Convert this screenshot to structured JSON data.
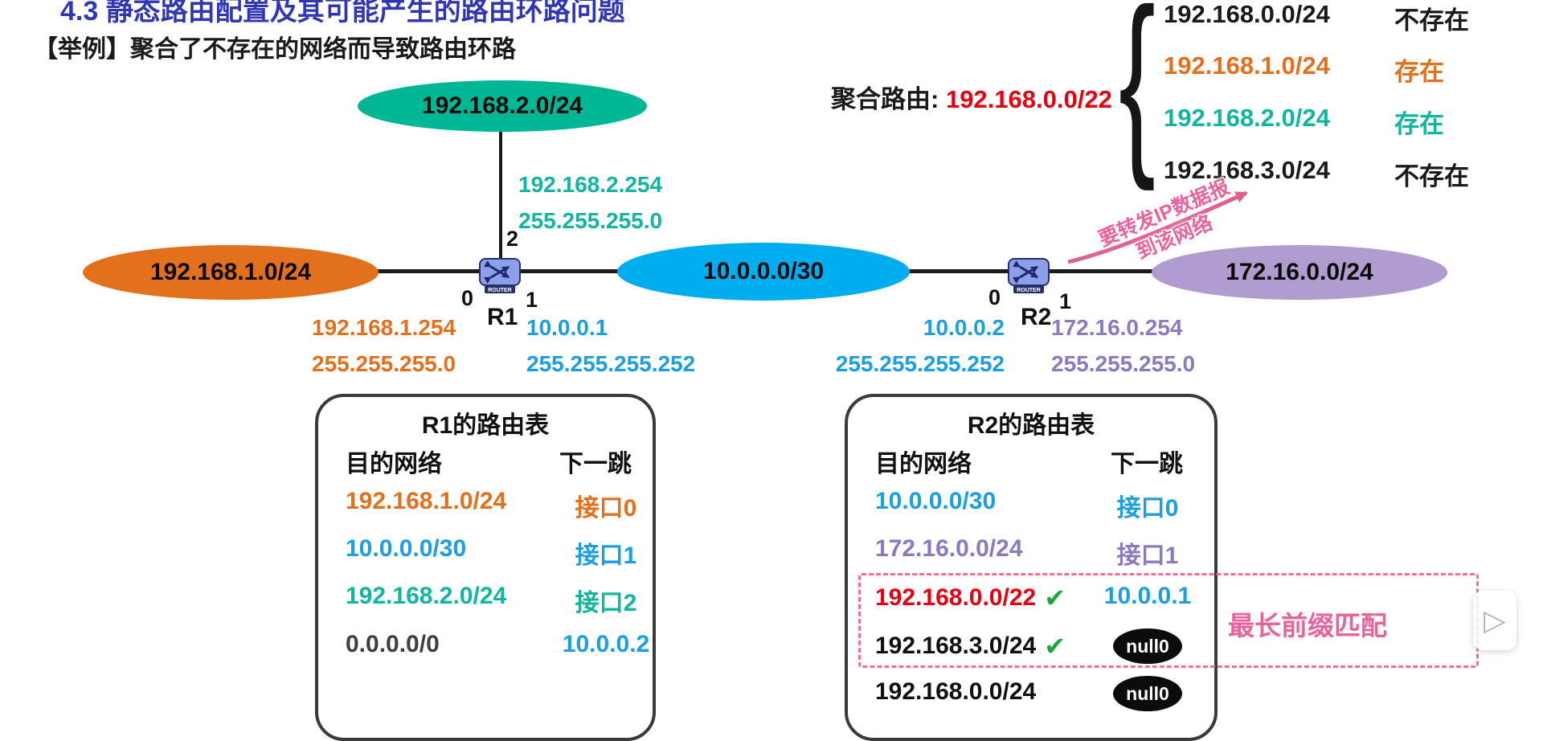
{
  "header": {
    "title": "4.3 静态路由配置及其可能产生的路由环路问题",
    "subtitle": "【举例】聚合了不存在的网络而导致路由环路"
  },
  "aggregation": {
    "label": "聚合路由:",
    "route": "192.168.0.0/22",
    "entries": [
      {
        "network": "192.168.0.0/24",
        "status": "不存在",
        "color": "#1a1a1a"
      },
      {
        "network": "192.168.1.0/24",
        "status": "存在",
        "color": "#e2701c"
      },
      {
        "network": "192.168.2.0/24",
        "status": "存在",
        "color": "#12b5a0"
      },
      {
        "network": "192.168.3.0/24",
        "status": "不存在",
        "color": "#1a1a1a"
      }
    ]
  },
  "topology": {
    "networks": [
      {
        "label": "192.168.2.0/24",
        "fill": "#00b795"
      },
      {
        "label": "192.168.1.0/24",
        "fill": "#e2701c"
      },
      {
        "label": "10.0.0.0/30",
        "fill": "#00aeef"
      },
      {
        "label": "172.16.0.0/24",
        "fill": "#b19cd0"
      }
    ],
    "routers": {
      "r1": {
        "name": "R1",
        "icon_text": "ROUTER"
      },
      "r2": {
        "name": "R2",
        "icon_text": "ROUTER"
      }
    },
    "interfaces": {
      "r1_if2": "2",
      "r1_if0": "0",
      "r1_if1": "1",
      "r2_if0": "0",
      "r2_if1": "1"
    },
    "addresses": {
      "r1_if2": {
        "ip": "192.168.2.254",
        "mask": "255.255.255.0",
        "color": "#12b5a0"
      },
      "r1_if0": {
        "ip": "192.168.1.254",
        "mask": "255.255.255.0",
        "color": "#e2701c"
      },
      "r1_if1": {
        "ip": "10.0.0.1",
        "mask": "255.255.255.252",
        "color": "#1b9fe0"
      },
      "r2_if0": {
        "ip": "10.0.0.2",
        "mask": "255.255.255.252",
        "color": "#1b9fe0"
      },
      "r2_if1": {
        "ip": "172.16.0.254",
        "mask": "255.255.255.0",
        "color": "#8d79be"
      }
    },
    "forward_note": {
      "line1": "要转发IP数据报",
      "line2": "到该网络"
    }
  },
  "routing_tables": {
    "r1": {
      "title": "R1的路由表",
      "headers": [
        "目的网络",
        "下一跳"
      ],
      "rows": [
        {
          "dest": "192.168.1.0/24",
          "next": "接口0",
          "color": "#e2701c",
          "next_color": "#e2701c"
        },
        {
          "dest": "10.0.0.0/30",
          "next": "接口1",
          "color": "#1b9fe0",
          "next_color": "#1b9fe0"
        },
        {
          "dest": "192.168.2.0/24",
          "next": "接口2",
          "color": "#12b5a0",
          "next_color": "#12b5a0"
        },
        {
          "dest": "0.0.0.0/0",
          "next": "10.0.0.2",
          "color": "#3f3f3f",
          "next_color": "#1b9fe0"
        }
      ]
    },
    "r2": {
      "title": "R2的路由表",
      "headers": [
        "目的网络",
        "下一跳"
      ],
      "rows": [
        {
          "dest": "10.0.0.0/30",
          "next": "接口0",
          "color": "#1b9fe0",
          "next_color": "#1b9fe0"
        },
        {
          "dest": "172.16.0.0/24",
          "next": "接口1",
          "color": "#8d79be",
          "next_color": "#8d79be"
        },
        {
          "dest": "192.168.0.0/22",
          "next": "10.0.0.1",
          "color": "#e60012",
          "next_color": "#1b9fe0",
          "check": true
        },
        {
          "dest": "192.168.3.0/24",
          "next": "null0",
          "color": "#111111",
          "next_color": "#ffffff",
          "check": true,
          "null_badge": true
        },
        {
          "dest": "192.168.0.0/24",
          "next": "null0",
          "color": "#111111",
          "next_color": "#ffffff",
          "null_badge": true
        }
      ]
    }
  },
  "annotations": {
    "longest_prefix": "最长前缀匹配"
  },
  "icons": {
    "check": "✔",
    "play": "▷",
    "brace": "{"
  }
}
